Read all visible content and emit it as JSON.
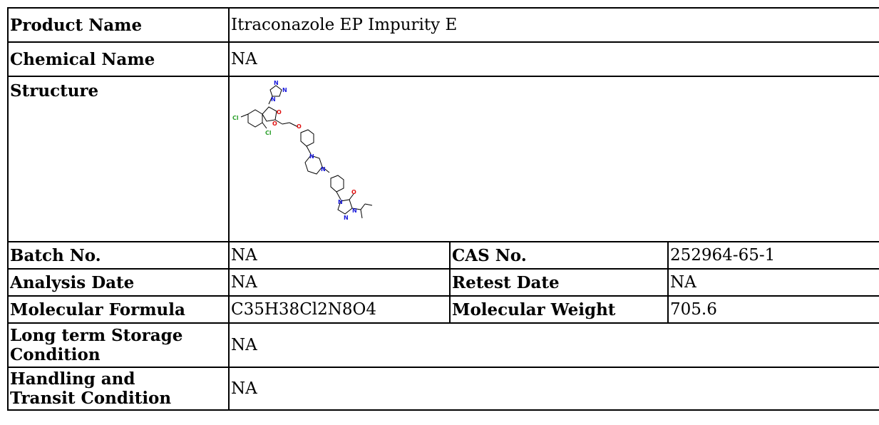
{
  "rows": {
    "product_name": {
      "label": "Product Name",
      "value": "Itraconazole EP Impurity E"
    },
    "chemical_name": {
      "label": "Chemical Name",
      "value": "NA"
    },
    "structure": {
      "label": "Structure"
    },
    "batch_no": {
      "label": "Batch No.",
      "value": "NA"
    },
    "cas_no": {
      "label": "CAS No.",
      "value": "252964-65-1"
    },
    "analysis_date": {
      "label": "Analysis Date",
      "value": "NA"
    },
    "retest_date": {
      "label": "Retest Date",
      "value": "NA"
    },
    "molecular_formula": {
      "label": "Molecular Formula",
      "value": "C35H38Cl2N8O4"
    },
    "molecular_weight": {
      "label": "Molecular Weight",
      "value": "705.6"
    },
    "storage": {
      "label_line1": "Long term Storage",
      "label_line2": "Condition",
      "value": "NA"
    },
    "handling": {
      "label_line1": "Handling and",
      "label_line2": "Transit Condition",
      "value": "NA"
    }
  },
  "structure_atoms": {
    "n": "N",
    "cl": "Cl",
    "o": "O"
  },
  "colors": {
    "nitrogen": "#1a1adc",
    "oxygen": "#e01010",
    "chlorine": "#2ca02c",
    "bond": "#000000",
    "border": "#000000"
  }
}
